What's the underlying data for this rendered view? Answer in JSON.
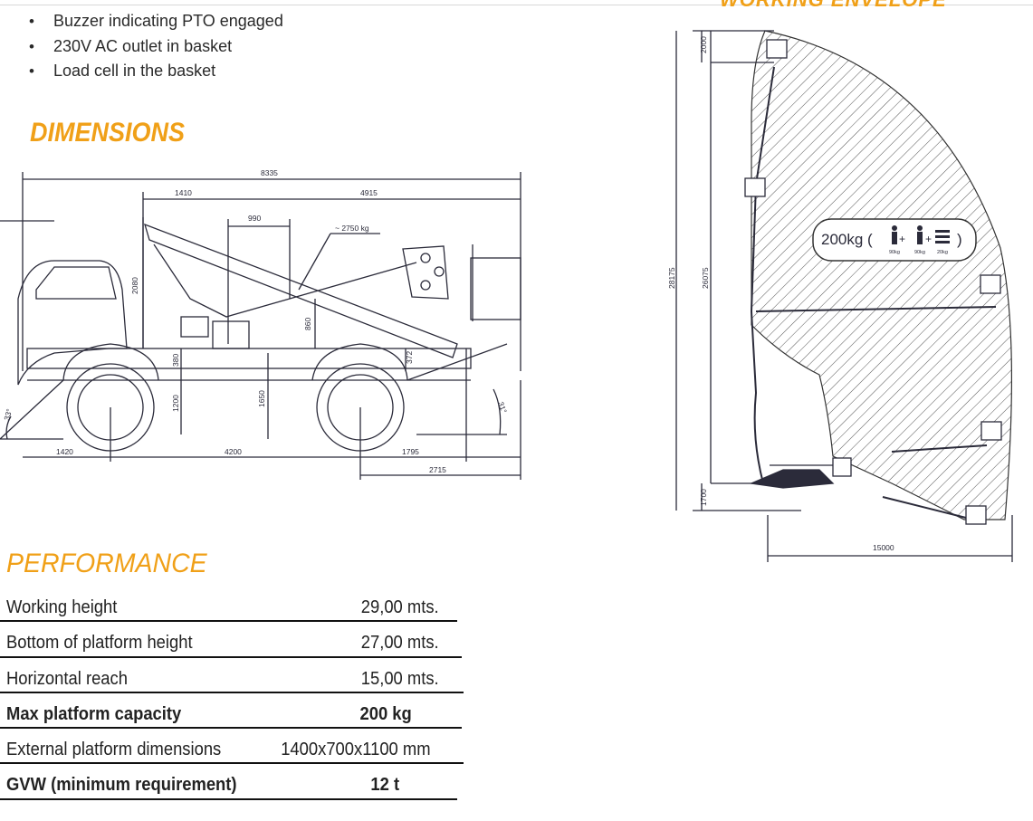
{
  "bullets": [
    "Buzzer indicating PTO engaged",
    "230V AC outlet in basket",
    "Load cell in the basket"
  ],
  "sections": {
    "dimensions": "DIMENSIONS",
    "performance": "PERFORMANCE",
    "working_envelope": "WORKING ENVELOPE"
  },
  "dimensions_drawing": {
    "labels": {
      "overall_length": "8335",
      "front_overhang": "1410",
      "rear_length": "4915",
      "boom_offset": "990",
      "weight_note": "~ 2750 kg",
      "boom_height": "2080",
      "mast_height": "860",
      "platform_base": "380",
      "body_height": "1200",
      "deck_height": "1650",
      "rear_deck": "372",
      "front_axle": "1420",
      "wheelbase": "4200",
      "rear_axle_offset": "1795",
      "rear_overhang": "2715",
      "approach_angle": "33°",
      "departure_angle": "31°"
    }
  },
  "envelope_drawing": {
    "labels": {
      "top_offset": "2000",
      "total_height": "28175",
      "platform_height": "26075",
      "bottom_offset": "1700",
      "reach": "15000",
      "capacity": "200kg (",
      "capacity_close": ")",
      "person1": "90kg",
      "person2": "90kg",
      "tools": "20kg"
    }
  },
  "performance": [
    {
      "label": "Working height",
      "value": "29,00 mts.",
      "bold": false
    },
    {
      "label": "Bottom of platform height",
      "value": "27,00 mts.",
      "bold": false
    },
    {
      "label": "Horizontal reach",
      "value": "15,00 mts.",
      "bold": false
    },
    {
      "label": "Max platform capacity",
      "value": "200 kg",
      "bold": true
    },
    {
      "label": "External platform dimensions",
      "value": "1400x700x1100 mm",
      "bold": false
    },
    {
      "label": "GVW (minimum requirement)",
      "value": "12 t",
      "bold": true
    }
  ],
  "colors": {
    "accent": "#f0a018",
    "drawing_line": "#2b2b3a",
    "hatch": "#555555"
  }
}
